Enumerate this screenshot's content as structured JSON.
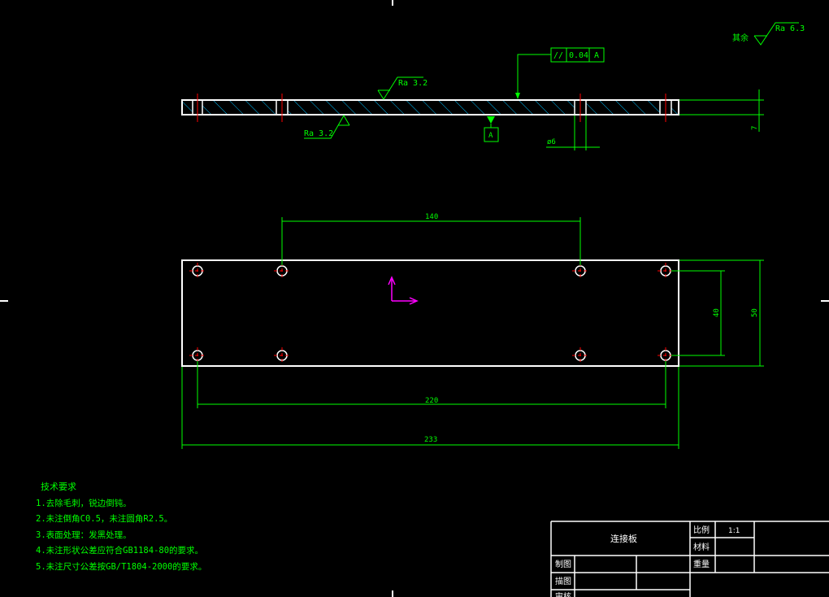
{
  "drawing": {
    "surface_default": {
      "label": "其余",
      "ra": "Ra 6.3"
    },
    "section_view": {
      "ra_top": "Ra 3.2",
      "ra_bottom": "Ra 3.2",
      "parallelism": {
        "symbol": "//",
        "tolerance": "0.04",
        "datum": "A"
      },
      "datum_label": "A",
      "hole_dia": "ø6",
      "thickness": "7"
    },
    "plan_view": {
      "dim_hole_spacing": "140",
      "dim_hole_row": "40",
      "dim_width": "50",
      "dim_hole_span": "220",
      "dim_length": "233"
    },
    "colors": {
      "geometry": "#ffffff",
      "dimension": "#00ff00",
      "centerline": "#ff0000",
      "hatch": "#00c0ff",
      "ucs": "#ff00ff"
    }
  },
  "notes": {
    "title": "技术要求",
    "items": [
      "1.去除毛刺，锐边倒钝。",
      "2.未注倒角C0.5，未注圆角R2.5。",
      "3.表面处理：发黑处理。",
      "4.未注形状公差应符合GB1184-80的要求。",
      "5.未注尺寸公差按GB/T1804-2000的要求。"
    ]
  },
  "title_block": {
    "part_name": "连接板",
    "scale_label": "比例",
    "scale_value": "1:1",
    "material_label": "材料",
    "weight_label": "重量",
    "drawn_label": "制图",
    "drafter_label": "描图",
    "review_label": "审核"
  }
}
